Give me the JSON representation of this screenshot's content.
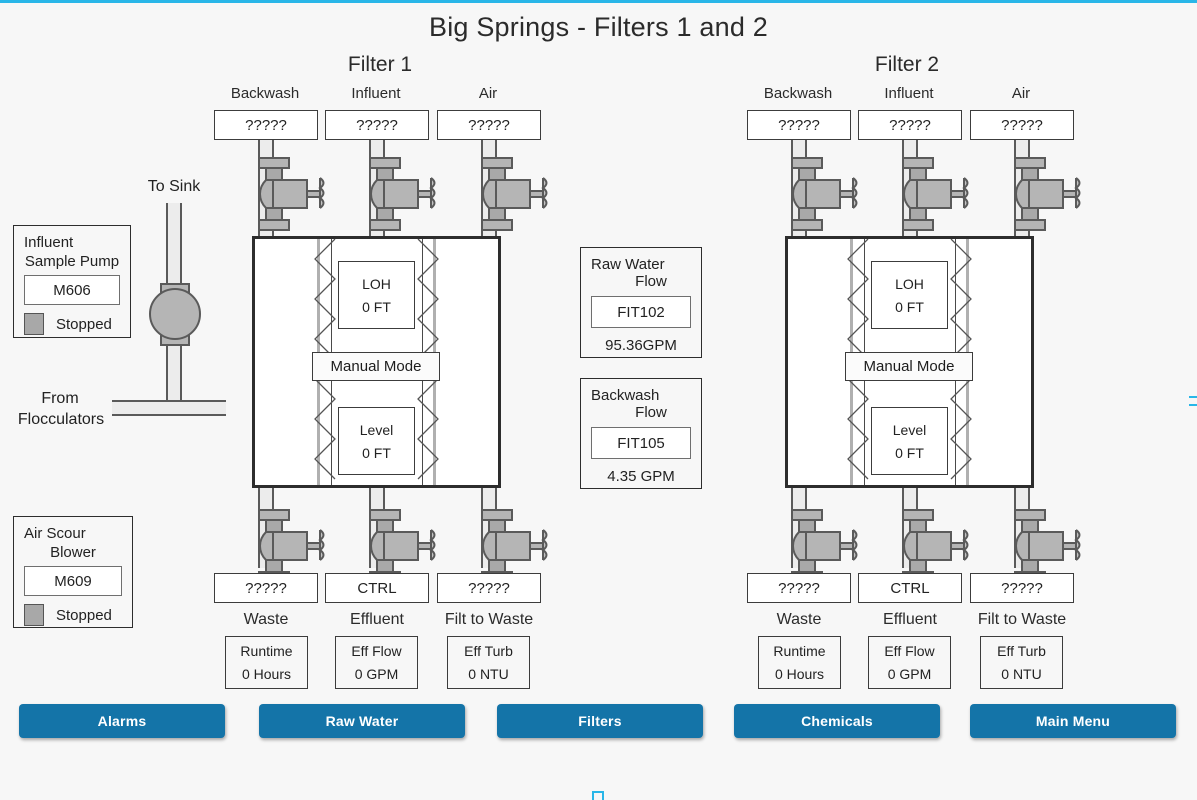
{
  "page": {
    "title": "Big Springs - Filters 1 and 2",
    "accent_cyan": "#29b6e8",
    "button_blue": "#1474a8",
    "background": "#f7f7f7"
  },
  "filters": [
    {
      "title": "Filter 1",
      "top_valves": [
        {
          "label": "Backwash",
          "value": "?????"
        },
        {
          "label": "Influent",
          "value": "?????"
        },
        {
          "label": "Air",
          "value": "?????"
        }
      ],
      "vessel": {
        "loh": {
          "label": "LOH",
          "value": "0  FT"
        },
        "mode": "Manual Mode",
        "level": {
          "label": "Level",
          "value": "0  FT"
        }
      },
      "bottom_valves": [
        {
          "value": "?????",
          "label": "Waste",
          "readout_label": "Runtime",
          "readout_value": "0  Hours"
        },
        {
          "value": "CTRL",
          "label": "Effluent",
          "readout_label": "Eff Flow",
          "readout_value": "0  GPM"
        },
        {
          "value": "?????",
          "label": "Filt to Waste",
          "readout_label": "Eff Turb",
          "readout_value": "0  NTU"
        }
      ]
    },
    {
      "title": "Filter 2",
      "top_valves": [
        {
          "label": "Backwash",
          "value": "?????"
        },
        {
          "label": "Influent",
          "value": "?????"
        },
        {
          "label": "Air",
          "value": "?????"
        }
      ],
      "vessel": {
        "loh": {
          "label": "LOH",
          "value": "0  FT"
        },
        "mode": "Manual Mode",
        "level": {
          "label": "Level",
          "value": "0  FT"
        }
      },
      "bottom_valves": [
        {
          "value": "?????",
          "label": "Waste",
          "readout_label": "Runtime",
          "readout_value": "0  Hours"
        },
        {
          "value": "CTRL",
          "label": "Effluent",
          "readout_label": "Eff Flow",
          "readout_value": "0  GPM"
        },
        {
          "value": "?????",
          "label": "Filt to Waste",
          "readout_label": "Eff Turb",
          "readout_value": "0  NTU"
        }
      ]
    }
  ],
  "equipment": {
    "influent_sample_pump": {
      "line1": "Influent",
      "line2": "Sample Pump",
      "tag": "M606",
      "status": "Stopped",
      "status_color": "#a8a8a8"
    },
    "air_scour_blower": {
      "line1": "Air Scour",
      "line2": "Blower",
      "tag": "M609",
      "status": "Stopped",
      "status_color": "#a8a8a8"
    }
  },
  "flows": {
    "raw_water": {
      "line1": "Raw Water",
      "line2": "Flow",
      "tag": "FIT102",
      "value": "95.36GPM"
    },
    "backwash": {
      "line1": "Backwash",
      "line2": "Flow",
      "tag": "FIT105",
      "value": "4.35  GPM"
    }
  },
  "annotations": {
    "to_sink": "To Sink",
    "from_flocculators_line1": "From",
    "from_flocculators_line2": "Flocculators"
  },
  "nav_buttons": [
    {
      "label": "Alarms"
    },
    {
      "label": "Raw Water"
    },
    {
      "label": "Filters"
    },
    {
      "label": "Chemicals"
    },
    {
      "label": "Main Menu"
    }
  ]
}
